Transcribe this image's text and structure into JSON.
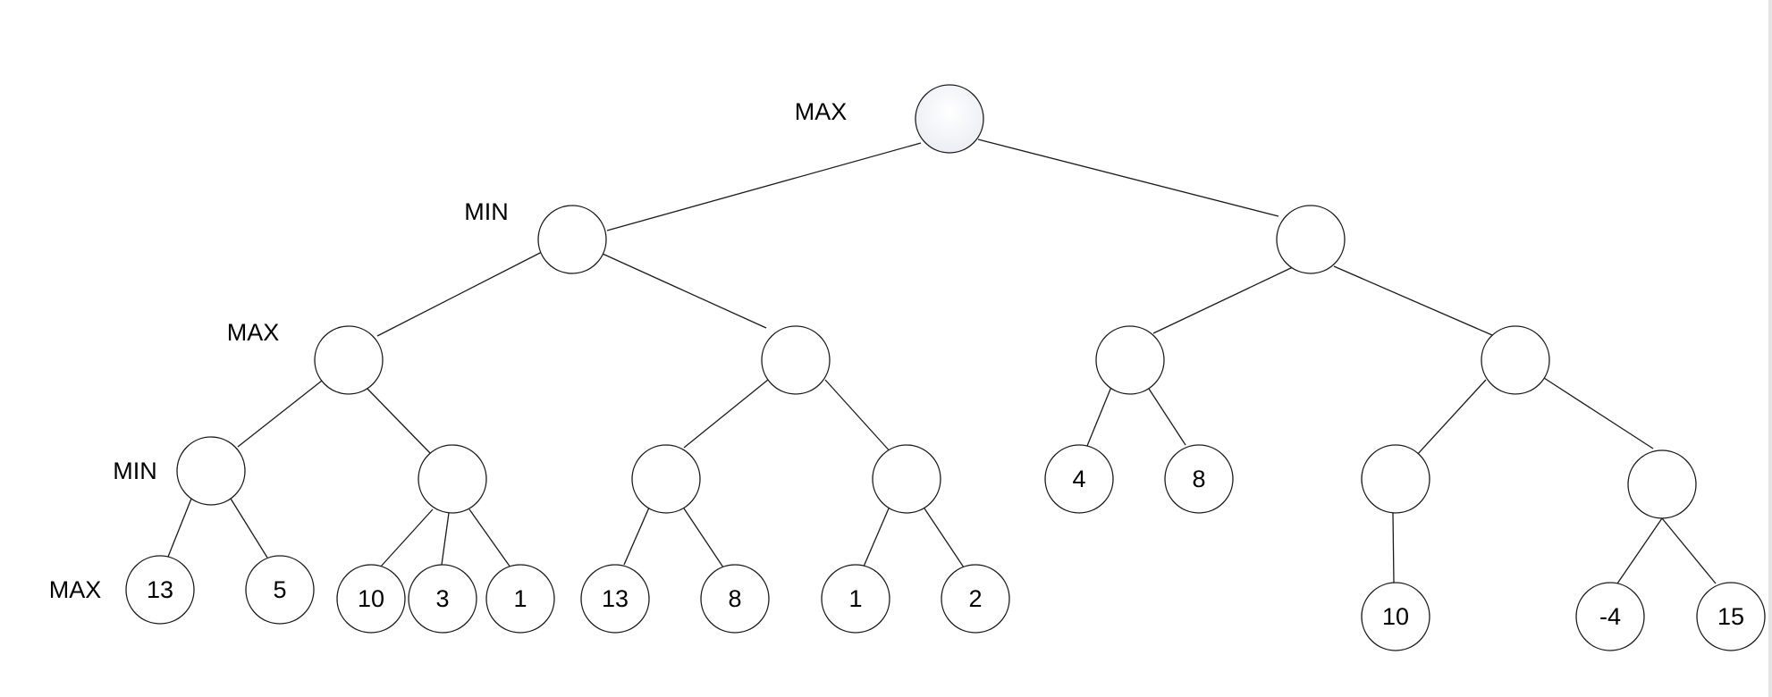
{
  "level_labels": [
    "MAX",
    "MIN",
    "MAX",
    "MIN",
    "MAX"
  ],
  "leaf_values": [
    "13",
    "5",
    "10",
    "3",
    "1",
    "13",
    "8",
    "1",
    "2",
    "4",
    "8",
    "10",
    "-4",
    "15"
  ]
}
